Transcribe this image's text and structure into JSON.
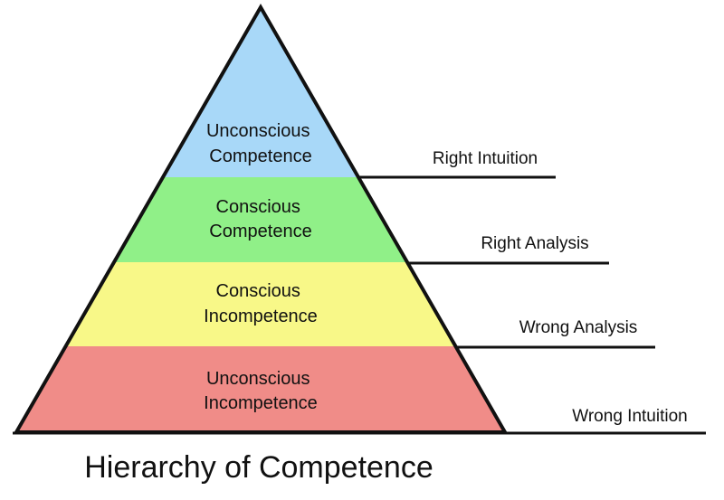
{
  "title": "Hierarchy of Competence",
  "tiers": [
    {
      "line1": "Unconscious",
      "line2": "Competence",
      "color": "#a8d8f8"
    },
    {
      "line1": "Conscious",
      "line2": "Competence",
      "color": "#90f088"
    },
    {
      "line1": "Conscious",
      "line2": "Incompetence",
      "color": "#f8f888"
    },
    {
      "line1": "Unconscious",
      "line2": "Incompetence",
      "color": "#f08c88"
    }
  ],
  "leaders": [
    "Right Intuition",
    "Right Analysis",
    "Wrong Analysis",
    "Wrong Intuition"
  ]
}
